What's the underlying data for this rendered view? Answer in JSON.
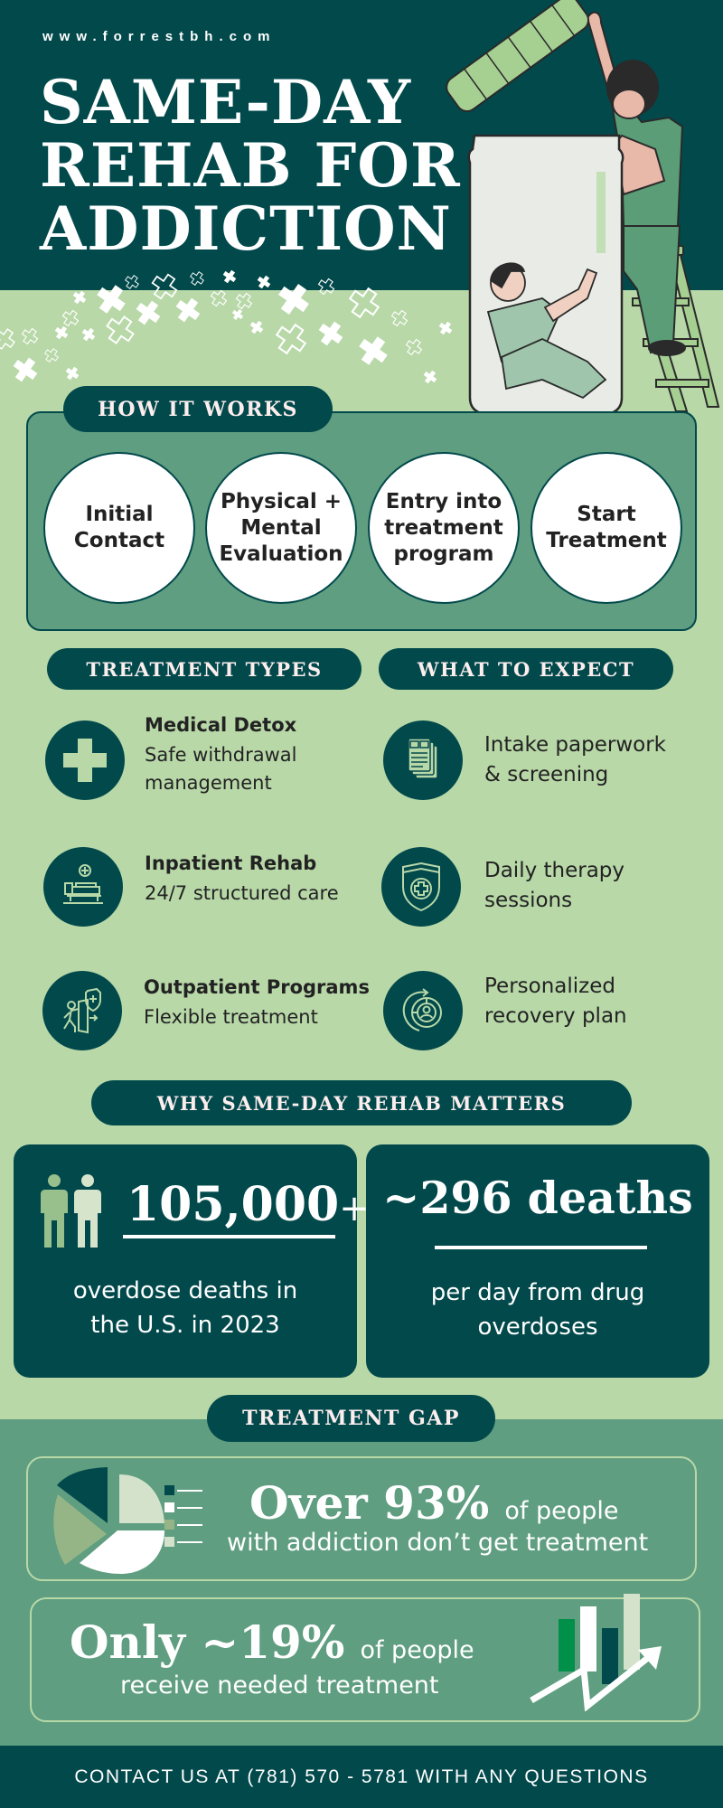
{
  "header": {
    "site_url": "www.forrestbh.com",
    "title_lines": [
      "SAME-DAY",
      "REHAB FOR",
      "ADDICTION"
    ]
  },
  "how_it_works": {
    "heading": "HOW IT WORKS",
    "steps": [
      {
        "label": "Initial Contact"
      },
      {
        "label": "Physical + Mental Evaluation"
      },
      {
        "label": "Entry into treatment program"
      },
      {
        "label": "Start Treatment"
      }
    ]
  },
  "treatment_types": {
    "heading": "TREATMENT TYPES",
    "items": [
      {
        "title": "Medical Detox",
        "desc_lines": [
          "Safe withdrawal",
          "management"
        ],
        "icon": "medical-cross-icon"
      },
      {
        "title": "Inpatient Rehab",
        "desc_lines": [
          "24/7 structured care"
        ],
        "icon": "hospital-bed-icon"
      },
      {
        "title": "Outpatient Programs",
        "desc_lines": [
          "Flexible treatment"
        ],
        "icon": "person-exit-door-icon"
      }
    ]
  },
  "what_to_expect": {
    "heading": "WHAT TO EXPECT",
    "items": [
      {
        "lines": [
          "Intake paperwork",
          "& screening"
        ],
        "icon": "documents-icon"
      },
      {
        "lines": [
          "Daily therapy",
          "sessions"
        ],
        "icon": "shield-medical-icon"
      },
      {
        "lines": [
          "Personalized",
          "recovery plan"
        ],
        "icon": "recovery-cycle-icon"
      }
    ]
  },
  "why_matters": {
    "heading": "WHY SAME-DAY REHAB MATTERS",
    "stats": [
      {
        "number": "105,000",
        "suffix": "+",
        "lines": [
          "overdose deaths in",
          "the U.S. in 2023"
        ],
        "icon": "people-icon"
      },
      {
        "number": "~296 deaths",
        "lines": [
          "per day from drug",
          "overdoses"
        ]
      }
    ]
  },
  "treatment_gap": {
    "heading": "TREATMENT GAP",
    "facts": [
      {
        "big": "Over 93%",
        "small": "of people",
        "line2": "with addiction don’t get treatment",
        "icon": "pie-chart-icon"
      },
      {
        "big": "Only ~19%",
        "small": "of people",
        "line2": "receive needed treatment",
        "icon": "growth-chart-icon"
      }
    ]
  },
  "footer": {
    "contact": "CONTACT US AT (781) 570 - 5781 WITH ANY QUESTIONS"
  },
  "colors": {
    "dark_teal": "#02494c",
    "light_green": "#b8d8a8",
    "mid_green": "#5f9e80",
    "pill_text": "#fdeeee",
    "white": "#ffffff"
  }
}
